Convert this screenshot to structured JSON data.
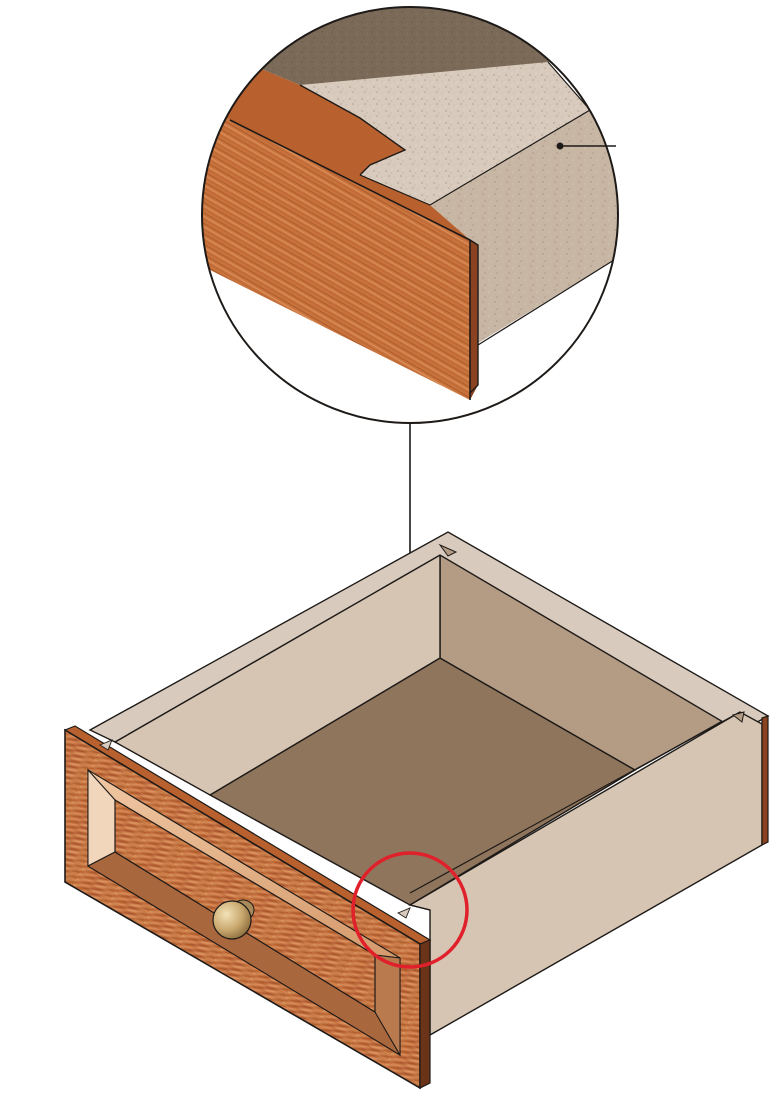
{
  "diagram": {
    "subject": "drawer-box-with-detail-callout",
    "colors": {
      "background": "#ffffff",
      "outline": "#1d1a18",
      "wood_light": "#d98a55",
      "wood_mid": "#b8602e",
      "wood_dark": "#8a4220",
      "wood_edge": "#6b3418",
      "particleboard": "#d8cbbd",
      "particleboard_side": "#cbbba9",
      "interior_wall": "#b39b84",
      "interior_floor": "#8f755c",
      "drawer_side": "#d7c5b3",
      "drawer_front_face": "#dcc7b5",
      "callout_ring": "#e0202a",
      "knob": "#c9a86e",
      "detail_dark_panel": "#7a6a57"
    },
    "icons": [
      "drawer-illustration",
      "detail-magnifier",
      "callout-ring",
      "leader-line"
    ]
  }
}
